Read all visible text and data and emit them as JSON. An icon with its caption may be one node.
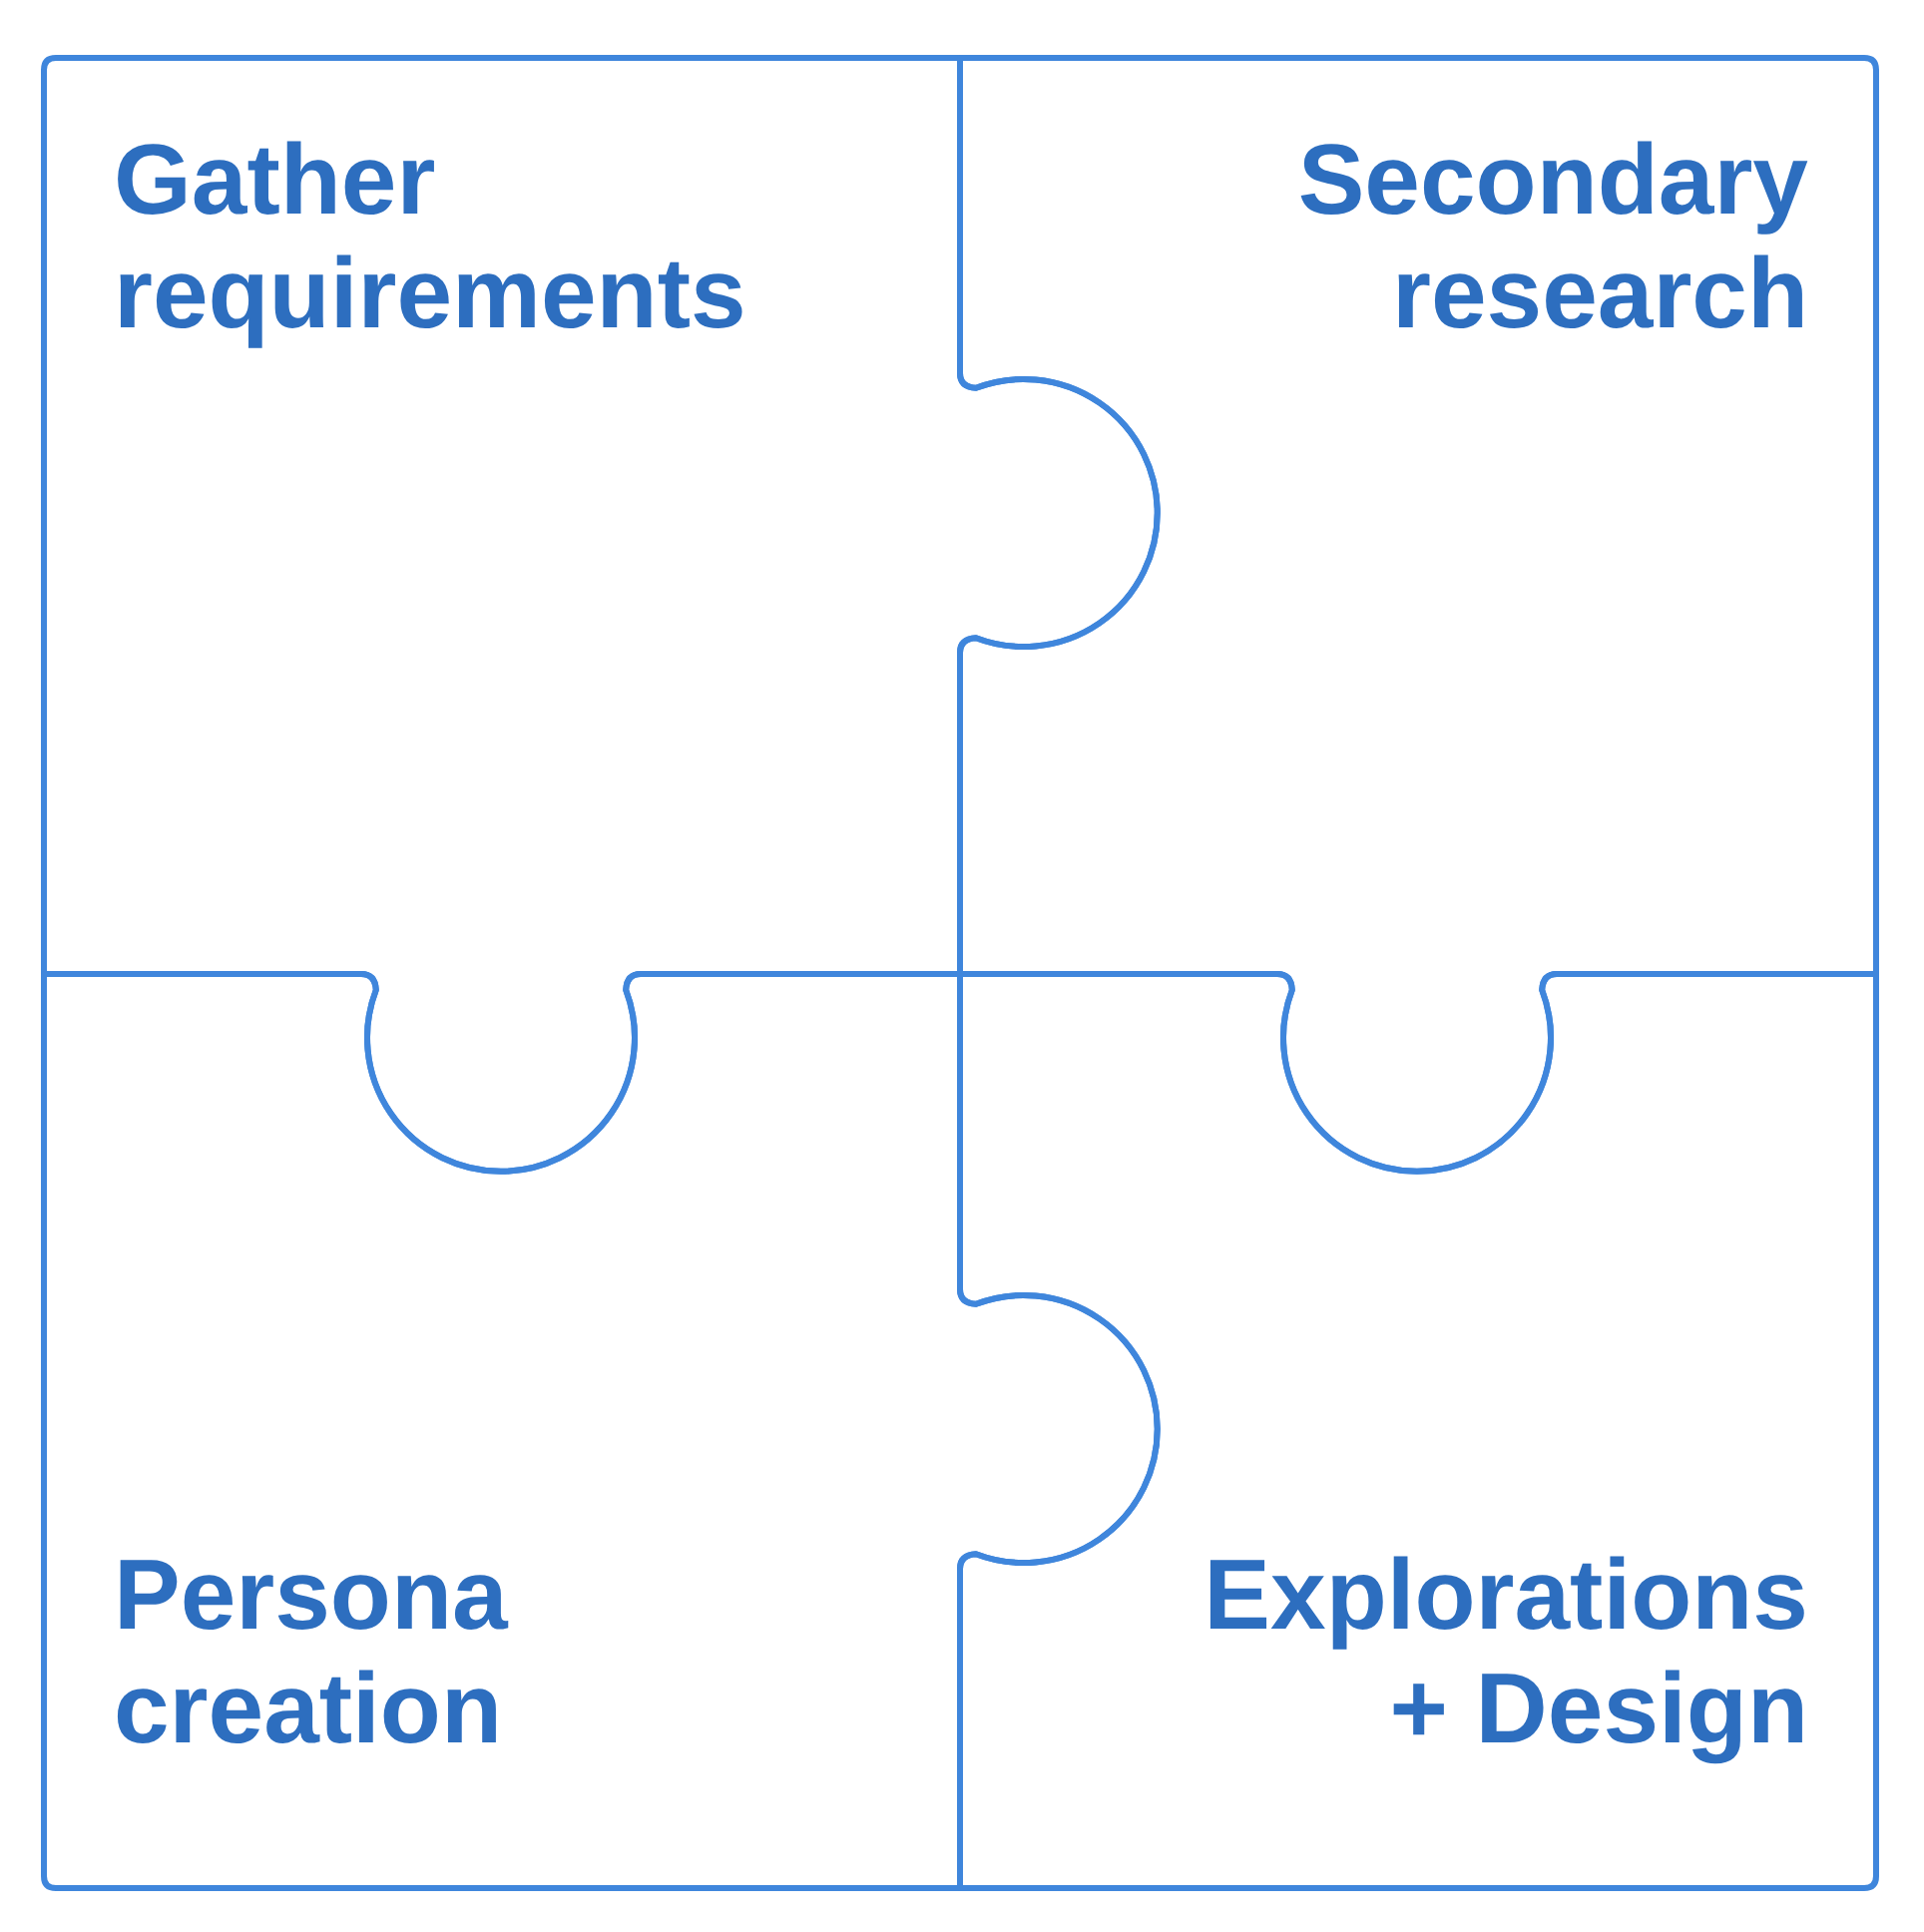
{
  "diagram": {
    "nodes": [
      {
        "text": [
          "Gather requirements"
        ]
      },
      {
        "text": [
          "Secondary research"
        ]
      },
      {
        "text": [
          "Persona creation"
        ]
      },
      {
        "text": [
          "Explorations + Design"
        ]
      }
    ]
  }
}
